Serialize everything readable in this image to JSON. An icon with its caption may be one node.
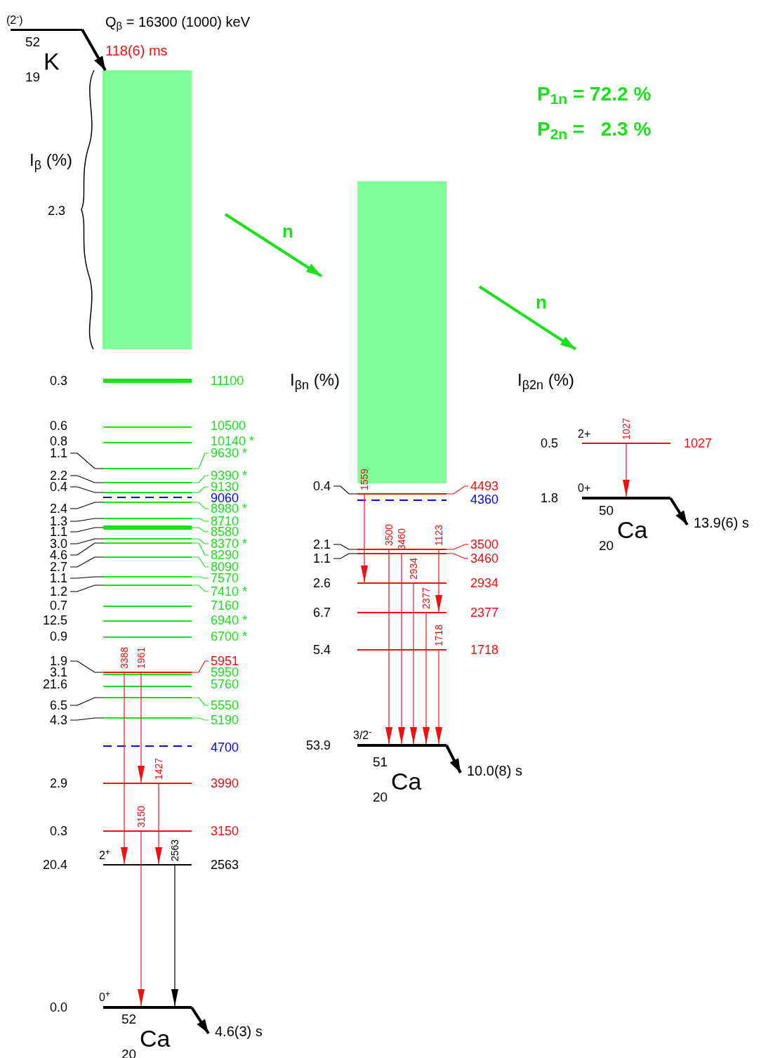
{
  "diagram": {
    "nodes": [
      {
        "text": [],
        "shape": "bar",
        "beside": [
          "(2$^{-}$)"
        ]
      },
      {
        "text": [],
        "shape": "box"
      },
      {
        "text": [],
        "shape": "bar"
      },
      {
        "text": [],
        "shape": "bar"
      },
      {
        "text": [],
        "shape": "bar"
      },
      {
        "text": [],
        "shape": "bar"
      },
      {
        "text": [],
        "shape": "bar"
      },
      {
        "text": [],
        "shape": "bar"
      },
      {
        "text": [],
        "shape": "bar"
      },
      {
        "text": [],
        "shape": "bar"
      },
      {
        "text": [],
        "shape": "bar"
      },
      {
        "text": [],
        "shape": "bar"
      },
      {
        "text": [],
        "shape": "bar"
      },
      {
        "text": [],
        "shape": "bar"
      },
      {
        "text": [],
        "shape": "bar"
      },
      {
        "text": [],
        "shape": "bar"
      },
      {
        "text": [],
        "shape": "bar"
      },
      {
        "text": [],
        "shape": "bar"
      },
      {
        "text": [],
        "shape": "bar"
      },
      {
        "text": [],
        "shape": "bar"
      },
      {
        "text": [],
        "shape": "bar"
      },
      {
        "text": [],
        "shape": "bar"
      },
      {
        "text": [],
        "shape": "bar"
      },
      {
        "text": [],
        "shape": "bar"
      },
      {
        "text": [],
        "shape": "bar"
      },
      {
        "text": [],
        "shape": "bar"
      },
      {
        "text": [],
        "shape": "bar"
      },
      {
        "text": [],
        "shape": "bar"
      },
      {
        "text": [],
        "shape": "bar",
        "beside": [
          "2$^{+}$"
        ]
      },
      {
        "text": [],
        "shape": "bar",
        "beside": [
          "0$^{+}$"
        ]
      },
      {
        "text": [],
        "shape": "box"
      },
      {
        "text": [],
        "shape": "bar"
      },
      {
        "text": [],
        "shape": "bar"
      },
      {
        "text": [],
        "shape": "bar"
      },
      {
        "text": [],
        "shape": "bar"
      },
      {
        "text": [],
        "shape": "bar"
      },
      {
        "text": [],
        "shape": "bar"
      },
      {
        "text": [],
        "shape": "bar"
      },
      {
        "text": [],
        "shape": "bar",
        "beside": [
          "3/2$^{-}$"
        ]
      },
      {
        "text": [],
        "shape": "bar",
        "beside": [
          "2+"
        ]
      },
      {
        "text": [],
        "shape": "bar",
        "beside": [
          "0+"
        ]
      },
      {
        "text": [
          "4.6(3) s"
        ]
      },
      {
        "text": [
          "10.0(8) s"
        ]
      },
      {
        "text": [
          "13.9(6) s"
        ]
      },
      {
        "text": [
          "1.1"
        ]
      },
      {
        "text": [
          "9630 *"
        ]
      },
      {
        "text": [
          "2.2"
        ]
      },
      {
        "text": [
          "9390 *"
        ]
      },
      {
        "text": [
          "0.4"
        ]
      },
      {
        "text": [
          "9130"
        ]
      },
      {
        "text": [
          "2.4"
        ]
      },
      {
        "text": [
          "8980 *"
        ]
      },
      {
        "text": [
          "1.3"
        ]
      },
      {
        "text": [
          "8710"
        ]
      },
      {
        "text": [
          "1.1"
        ]
      },
      {
        "text": [
          "8580"
        ]
      },
      {
        "text": [
          "3.0"
        ]
      },
      {
        "text": [
          "8370 *"
        ]
      },
      {
        "text": [
          "4.6"
        ]
      },
      {
        "text": [
          "8290"
        ]
      },
      {
        "text": [
          "2.7"
        ]
      },
      {
        "text": [
          "8090"
        ]
      },
      {
        "text": [
          "1.1"
        ]
      },
      {
        "text": [
          "7570"
        ]
      },
      {
        "text": [
          "1.2"
        ]
      },
      {
        "text": [
          "7410 *"
        ]
      },
      {
        "text": [
          "1.9"
        ]
      },
      {
        "text": [
          "5951"
        ]
      },
      {
        "text": [
          "6.5"
        ]
      },
      {
        "text": [
          "5550"
        ]
      },
      {
        "text": [
          "4.3"
        ]
      },
      {
        "text": [
          "5190"
        ]
      },
      {
        "text": [
          "0.4"
        ]
      },
      {
        "text": [
          "4493"
        ]
      },
      {
        "text": [
          "2.1"
        ]
      },
      {
        "text": [
          "3500"
        ]
      },
      {
        "text": [
          "1.1"
        ]
      },
      {
        "text": [
          "3460"
        ]
      }
    ],
    "edges": [
      {
        "from": 0,
        "to": 1,
        "arrow": "to",
        "style": "thick",
        "color": "#000000"
      },
      {
        "from": 20,
        "to": 28,
        "arrow": "to",
        "label": "3388",
        "color": "#ee1111"
      },
      {
        "from": 20,
        "to": 26,
        "arrow": "to",
        "label": "1961",
        "color": "#ee1111"
      },
      {
        "from": 26,
        "to": 28,
        "arrow": "to",
        "label": "1427",
        "color": "#ee1111"
      },
      {
        "from": 27,
        "to": 29,
        "arrow": "to",
        "label": "3150",
        "color": "#ee1111"
      },
      {
        "from": 28,
        "to": 29,
        "arrow": "to",
        "label": "2563",
        "color": "#000000"
      },
      {
        "from": 29,
        "to": 41,
        "arrow": "to",
        "style": "thick",
        "color": "#000000"
      },
      {
        "from": 31,
        "to": 35,
        "arrow": "to",
        "label": "1559",
        "color": "#ee1111"
      },
      {
        "from": 33,
        "to": 38,
        "arrow": "to",
        "label": "3500",
        "color": "#ee1111"
      },
      {
        "from": 34,
        "to": 38,
        "arrow": "to",
        "label": "3460",
        "color": "#ee1111"
      },
      {
        "from": 35,
        "to": 38,
        "arrow": "to",
        "label": "2934",
        "color": "#ee1111"
      },
      {
        "from": 36,
        "to": 38,
        "arrow": "to",
        "label": "2377",
        "color": "#ee1111"
      },
      {
        "from": 33,
        "to": 36,
        "arrow": "to",
        "label": "1123",
        "color": "#ee1111"
      },
      {
        "from": 37,
        "to": 38,
        "arrow": "to",
        "label": "1718",
        "color": "#ee1111"
      },
      {
        "from": 38,
        "to": 42,
        "arrow": "to",
        "style": "thick",
        "color": "#000000"
      },
      {
        "from": 39,
        "to": 40,
        "arrow": "to",
        "label": "1027",
        "color": "#ee1111"
      },
      {
        "from": 40,
        "to": 43,
        "arrow": "to",
        "style": "thick",
        "color": "#000000"
      },
      {
        "from": 44,
        "to": 5,
        "arrow": "none",
        "color": "#000000"
      },
      {
        "from": 45,
        "to": 5,
        "arrow": "none",
        "color": "#1de01d"
      },
      {
        "from": 46,
        "to": 6,
        "arrow": "none",
        "color": "#000000"
      },
      {
        "from": 47,
        "to": 6,
        "arrow": "none",
        "color": "#1de01d"
      },
      {
        "from": 48,
        "to": 7,
        "arrow": "none",
        "color": "#000000"
      },
      {
        "from": 49,
        "to": 7,
        "arrow": "none",
        "color": "#1de01d"
      },
      {
        "from": 50,
        "to": 9,
        "arrow": "none",
        "color": "#000000"
      },
      {
        "from": 51,
        "to": 9,
        "arrow": "none",
        "color": "#1de01d"
      },
      {
        "from": 52,
        "to": 10,
        "arrow": "none",
        "color": "#000000"
      },
      {
        "from": 53,
        "to": 10,
        "arrow": "none",
        "color": "#1de01d"
      },
      {
        "from": 54,
        "to": 11,
        "arrow": "none",
        "color": "#000000"
      },
      {
        "from": 55,
        "to": 11,
        "arrow": "none",
        "color": "#1de01d"
      },
      {
        "from": 56,
        "to": 12,
        "arrow": "none",
        "color": "#000000"
      },
      {
        "from": 57,
        "to": 12,
        "arrow": "none",
        "color": "#1de01d"
      },
      {
        "from": 58,
        "to": 13,
        "arrow": "none",
        "color": "#000000"
      },
      {
        "from": 59,
        "to": 13,
        "arrow": "none",
        "color": "#1de01d"
      },
      {
        "from": 60,
        "to": 14,
        "arrow": "none",
        "color": "#000000"
      },
      {
        "from": 61,
        "to": 14,
        "arrow": "none",
        "color": "#1de01d"
      },
      {
        "from": 62,
        "to": 15,
        "arrow": "none",
        "color": "#000000"
      },
      {
        "from": 63,
        "to": 15,
        "arrow": "none",
        "color": "#1de01d"
      },
      {
        "from": 64,
        "to": 16,
        "arrow": "none",
        "color": "#000000"
      },
      {
        "from": 65,
        "to": 16,
        "arrow": "none",
        "color": "#1de01d"
      },
      {
        "from": 66,
        "to": 20,
        "arrow": "none",
        "color": "#000000"
      },
      {
        "from": 67,
        "to": 20,
        "arrow": "none",
        "color": "#ee1111"
      },
      {
        "from": 68,
        "to": 23,
        "arrow": "none",
        "color": "#000000"
      },
      {
        "from": 69,
        "to": 23,
        "arrow": "none",
        "color": "#1de01d"
      },
      {
        "from": 70,
        "to": 24,
        "arrow": "none",
        "color": "#000000"
      },
      {
        "from": 71,
        "to": 24,
        "arrow": "none",
        "color": "#1de01d"
      },
      {
        "from": 72,
        "to": 31,
        "arrow": "none",
        "color": "#000000"
      },
      {
        "from": 73,
        "to": 31,
        "arrow": "none",
        "color": "#ee1111"
      },
      {
        "from": 74,
        "to": 33,
        "arrow": "none",
        "color": "#000000"
      },
      {
        "from": 75,
        "to": 33,
        "arrow": "none",
        "color": "#ee1111"
      },
      {
        "from": 76,
        "to": 34,
        "arrow": "none",
        "color": "#000000"
      },
      {
        "from": 77,
        "to": 34,
        "arrow": "none",
        "color": "#ee1111"
      }
    ],
    "labels": [
      "Q$_{β}$ = 16300 (1000) keV",
      "118(6) ms",
      "$^{52}$$_{19}$K",
      "P$_{1n}$ = 72.2 %",
      "P$_{2n}$ =   2.3 %",
      "I$_{β}$ (%)",
      "2.3",
      "n",
      "n",
      "I$_{βn}$ (%)",
      "I$_{β2n}$ (%)",
      "$^{50}$$_{20}$Ca",
      "$^{51}$$_{20}$Ca",
      "$^{52}$$_{20}$Ca",
      "0.3",
      "11100",
      "0.6",
      "10500",
      "0.8",
      "10140 *",
      "9060",
      "0.7",
      "7160",
      "12.5",
      "6940 *",
      "0.9",
      "6700 *",
      "3.1",
      "5950",
      "21.6",
      "5760",
      "4700",
      "2.9",
      "3990",
      "0.3",
      "3150",
      "20.4",
      "2563",
      "0.0",
      "4360",
      "2.6",
      "2934",
      "6.7",
      "2377",
      "5.4",
      "1718",
      "53.9",
      "0.5",
      "1027",
      "1.8"
    ]
  }
}
